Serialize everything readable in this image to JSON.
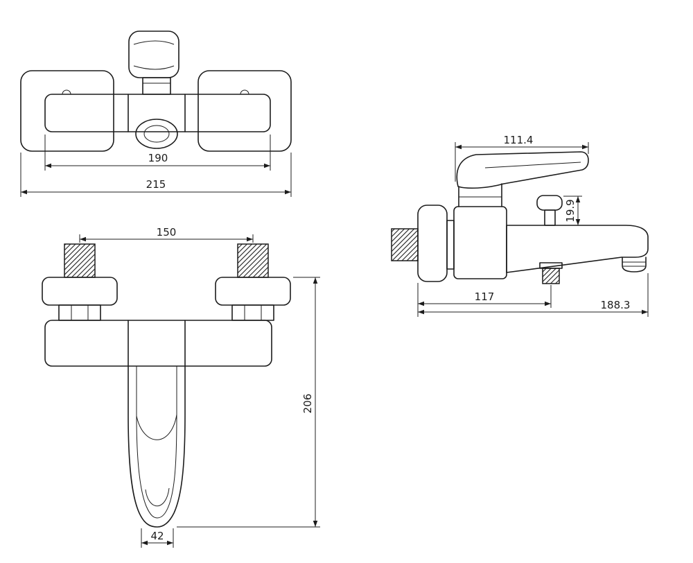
{
  "colors": {
    "line": "#1c1c1c",
    "background": "#ffffff"
  },
  "dimensions": {
    "d190": "190",
    "d215": "215",
    "d150": "150",
    "d206": "206",
    "d42": "42",
    "d111_4": "111.4",
    "d19_9": "19.9",
    "d117": "117",
    "d188_3": "188.3"
  }
}
